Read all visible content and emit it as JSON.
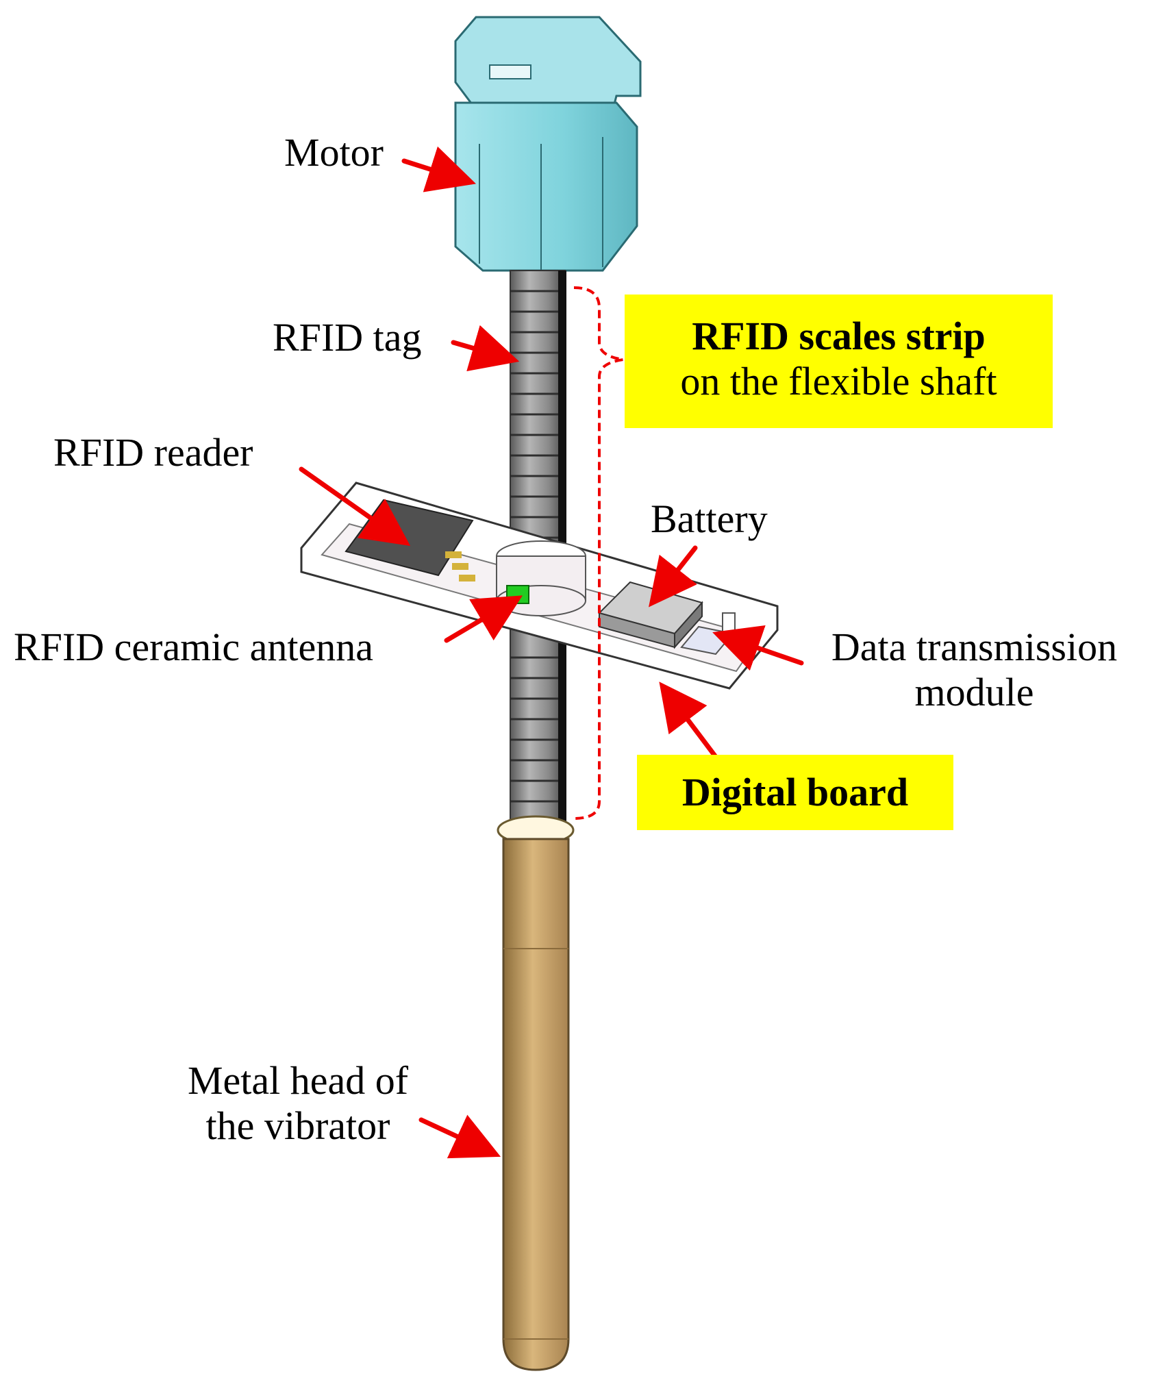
{
  "labels": {
    "motor": "Motor",
    "rfid_tag": "RFID tag",
    "rfid_reader": "RFID reader",
    "rfid_ceramic_antenna": "RFID ceramic antenna",
    "battery": "Battery",
    "data_transmission_line1": "Data transmission",
    "data_transmission_line2": "module",
    "metal_head_line1": "Metal head of",
    "metal_head_line2": "the vibrator"
  },
  "highlights": {
    "scales_strip_line1": "RFID scales strip",
    "scales_strip_line2": "on the flexible shaft",
    "digital_board": "Digital board"
  },
  "colors": {
    "arrow": "#ee0000",
    "highlight": "#ffff00",
    "motor": "#7fd3dc",
    "shaft": "#808080",
    "metal_head": "#c9a66b",
    "board": "#ffffff",
    "antenna": "#22cc22",
    "reader_chip": "#505050",
    "battery": "#bdbdbd"
  }
}
